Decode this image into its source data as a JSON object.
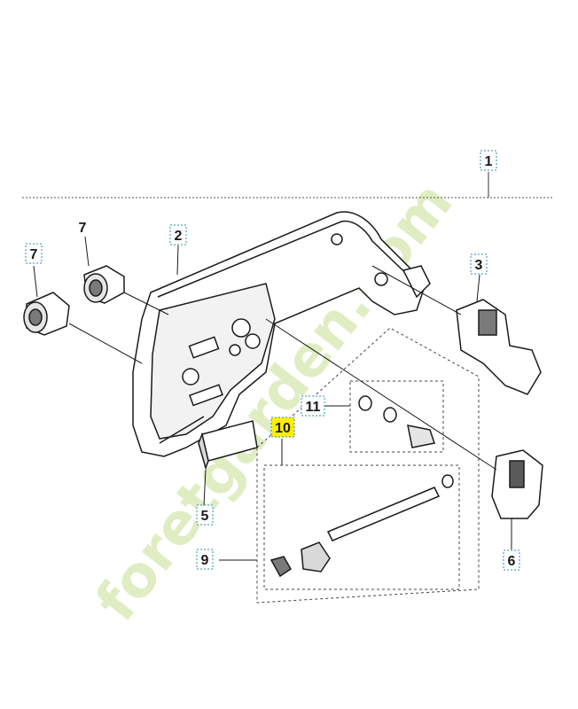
{
  "watermark": {
    "text": "foretgarden.com",
    "letters": [
      "f",
      "o",
      "r",
      "e",
      "t",
      "g",
      "a",
      "r",
      "d",
      "e",
      "n",
      ".",
      "c",
      "o",
      "m"
    ],
    "color_primary": "#d6e8b0",
    "color_secondary": "#e6d6c3",
    "color_accent": "#f2b880",
    "logo_icon": "leaf-icon"
  },
  "callouts": {
    "c1": "1",
    "c2": "2",
    "c3": "3",
    "c5": "5",
    "c6": "6",
    "c7a": "7",
    "c7b": "7",
    "c9": "9",
    "c10": "10",
    "c11": "11"
  },
  "colors": {
    "line": "#1a1a1a",
    "box_border": "#2a8fb5",
    "highlight": "#ffee00",
    "part_fill": "#ffffff",
    "part_shade": "#d9d9d9",
    "part_dark": "#7a7a7a"
  }
}
